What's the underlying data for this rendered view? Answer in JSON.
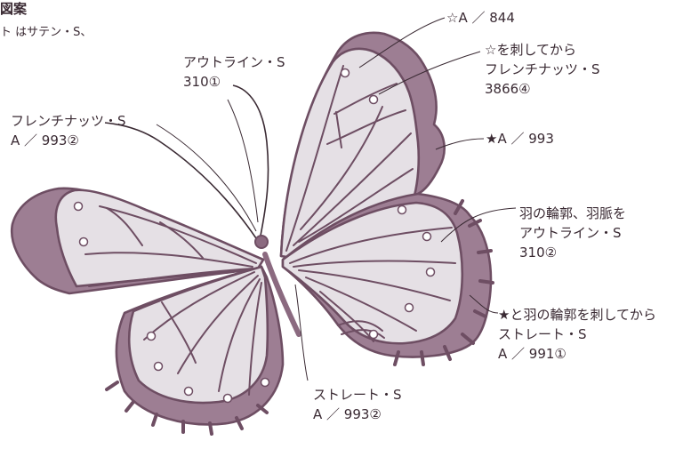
{
  "header": {
    "title": "図案",
    "note": "ト はサテン・S、"
  },
  "colors": {
    "wing_fill": "#e5e0e5",
    "border_fill": "#9d7e93",
    "outline": "#6e4e63",
    "body": "#8b6a80"
  },
  "labels": {
    "star_white_a844": "☆A ／ 844",
    "star_white_then_french_line1": "☆を刺してから",
    "star_white_then_french_line2": "フレンチナッツ・S",
    "star_white_then_french_line3": "3866④",
    "star_black_a993": "★A ／ 993",
    "outline_top_line1": "アウトライン・S",
    "outline_top_line2": "310①",
    "french_left_line1": "フレンチナッツ・S",
    "french_left_line2": "A ／ 993②",
    "wing_edge_line1": "羽の輪郭、羽脈を",
    "wing_edge_line2": "アウトライン・S",
    "wing_edge_line3": "310②",
    "straight_right_line1": "★と羽の輪郭を刺してから",
    "straight_right_line2": "ストレート・S",
    "straight_right_line3": "A ／ 991①",
    "straight_bottom_line1": "ストレート・S",
    "straight_bottom_line2": "A ／ 993②"
  }
}
